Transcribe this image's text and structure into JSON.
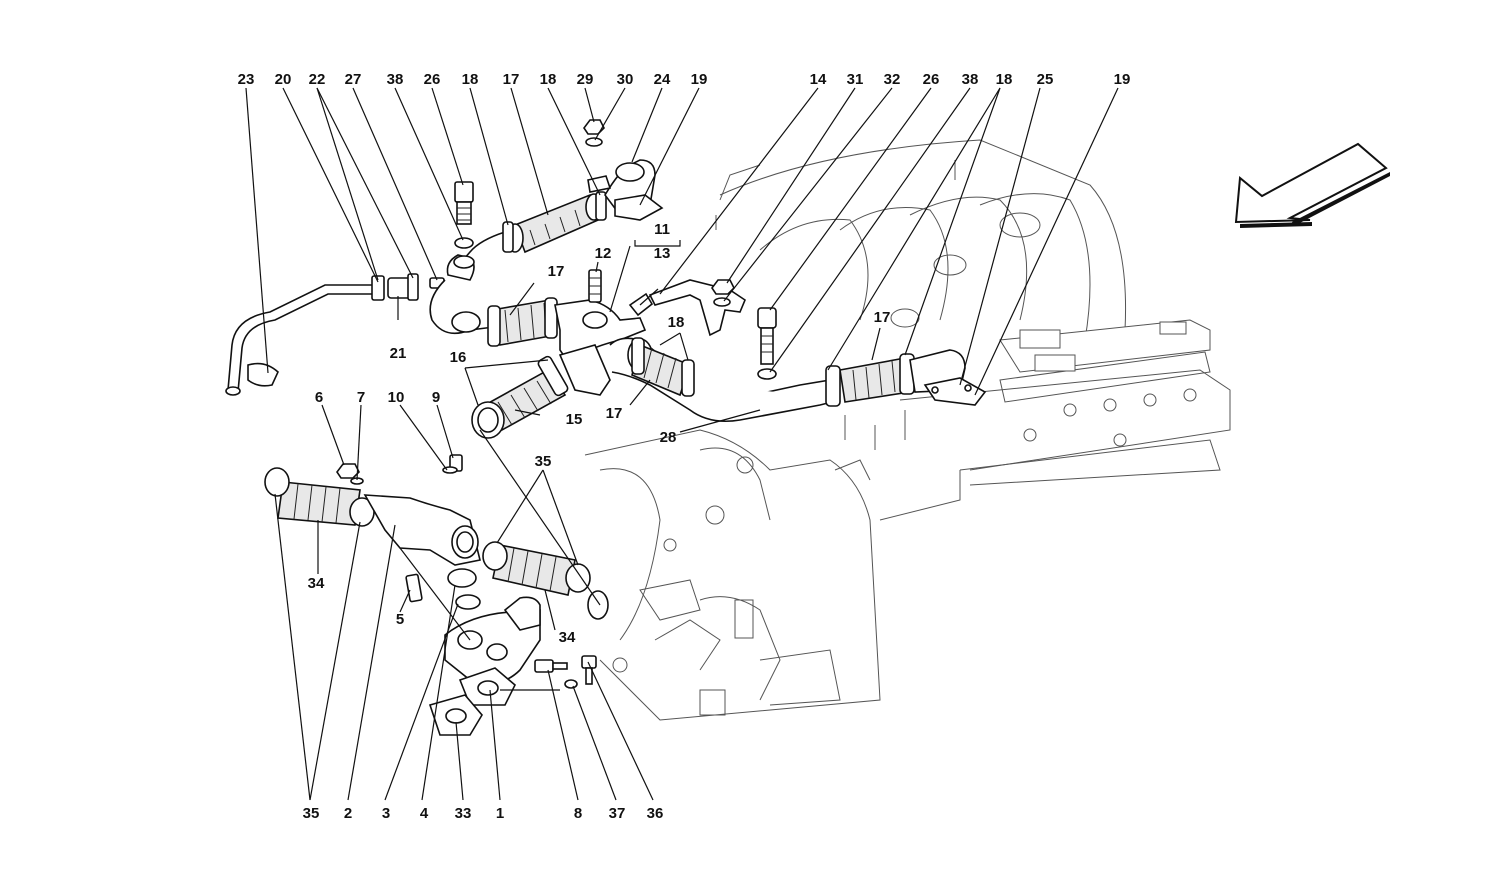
{
  "colors": {
    "ink": "#111111",
    "background": "#ffffff"
  },
  "direction_arrow": {
    "icon": "direction-arrow-icon"
  },
  "callouts": {
    "c23": "23",
    "c20": "20",
    "c22": "22",
    "c27": "27",
    "c38a": "38",
    "c26a": "26",
    "c18a": "18",
    "c17a": "17",
    "c18b": "18",
    "c29": "29",
    "c30": "30",
    "c24": "24",
    "c19a": "19",
    "c14": "14",
    "c31": "31",
    "c32": "32",
    "c26b": "26",
    "c38b": "38",
    "c18c": "18",
    "c25": "25",
    "c19b": "19",
    "c11": "11",
    "c12": "12",
    "c13": "13",
    "c17b": "17",
    "c17c": "17",
    "c18d": "18",
    "c21": "21",
    "c16": "16",
    "c15": "15",
    "c17d": "17",
    "c28": "28",
    "c6": "6",
    "c7": "7",
    "c10": "10",
    "c9": "9",
    "c35a": "35",
    "c34a": "34",
    "c5": "5",
    "c34b": "34",
    "c35b": "35",
    "c2": "2",
    "c3": "3",
    "c4": "4",
    "c33": "33",
    "c1": "1",
    "c8": "8",
    "c37": "37",
    "c36": "36"
  }
}
